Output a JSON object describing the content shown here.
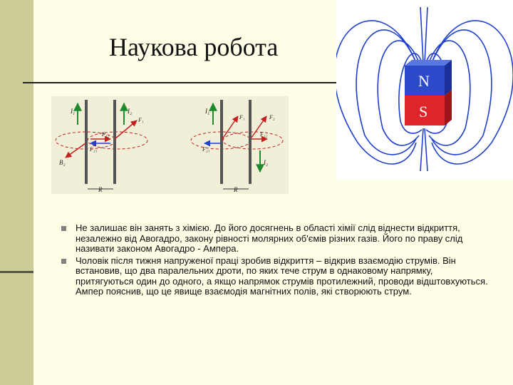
{
  "slide": {
    "title": "Наукова робота",
    "bullets": [
      "Не залишає він занять з хімією. До його досягнень в області хімії слід віднести відкриття, незалежно від Авогадро, закону рівності молярних об'ємів різних газів. Його по праву слід називати законом Авогадро - Ампера.",
      " Чоловік після тижня напруженої праці зробив відкриття – відкрив взаємодію струмів. Він встановив, що два паралельних дроти, по яких тече струм в однаковому напрямку, притягуються один до одного, а якщо напрямок струмів протилежний, проводи відштовхуються. Ампер пояснив, що це явище взаємодія магнітних полів, які створюють струм."
    ]
  },
  "diagram": {
    "left": {
      "I1": "I₁",
      "I2": "I₂",
      "F1": "F₁",
      "F12": "F₁₂",
      "F21": "F₂₁",
      "B2": "B₂",
      "R": "R"
    },
    "right": {
      "I1": "I₁",
      "I2": "I₂",
      "F1": "F₁",
      "F2": "F₂",
      "F12": "F₁₂",
      "F21": "F₂₁",
      "R": "R"
    }
  },
  "magnet": {
    "north": "N",
    "south": "S"
  },
  "colors": {
    "background": "#FEFDE6",
    "band": "#CCCC99",
    "field_line": "#1F3FCC",
    "magnet_north": "#2B49C8",
    "magnet_south": "#E0252A",
    "current_arrow": "#1F8A2E",
    "force_arrow": "#C42020"
  }
}
